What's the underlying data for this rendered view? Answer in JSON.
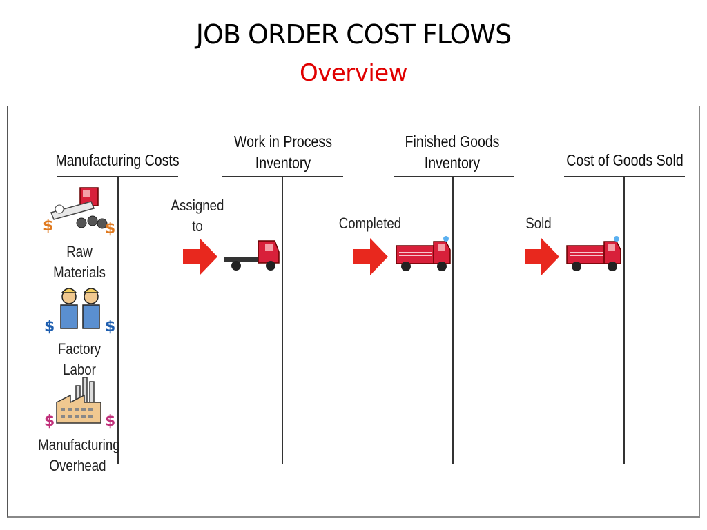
{
  "slide": {
    "title": "JOB ORDER COST FLOWS",
    "subtitle": "Overview"
  },
  "accounts": [
    {
      "name": "Manufacturing Costs"
    },
    {
      "name": "Work in Process\nInventory"
    },
    {
      "name": "Finished Goods\nInventory"
    },
    {
      "name": "Cost of Goods Sold"
    }
  ],
  "cost_elements": [
    {
      "label": "Raw Materials",
      "icon": "raw-materials-icon"
    },
    {
      "label": "Factory Labor",
      "icon": "factory-labor-icon"
    },
    {
      "label": "Manufacturing\nOverhead",
      "icon": "factory-icon"
    }
  ],
  "flows": [
    {
      "label": "Assigned\nto",
      "icon": "flatbed-truck-icon"
    },
    {
      "label": "Completed",
      "icon": "fire-truck-icon"
    },
    {
      "label": "Sold",
      "icon": "fire-truck-icon"
    }
  ],
  "colors": {
    "subtitle": "#e00000",
    "arrow": "#e8281e",
    "truck": "#d8203a",
    "dollar_blue": "#1f5fb0",
    "dollar_orange": "#e07a20",
    "dollar_magenta": "#c0307a"
  }
}
